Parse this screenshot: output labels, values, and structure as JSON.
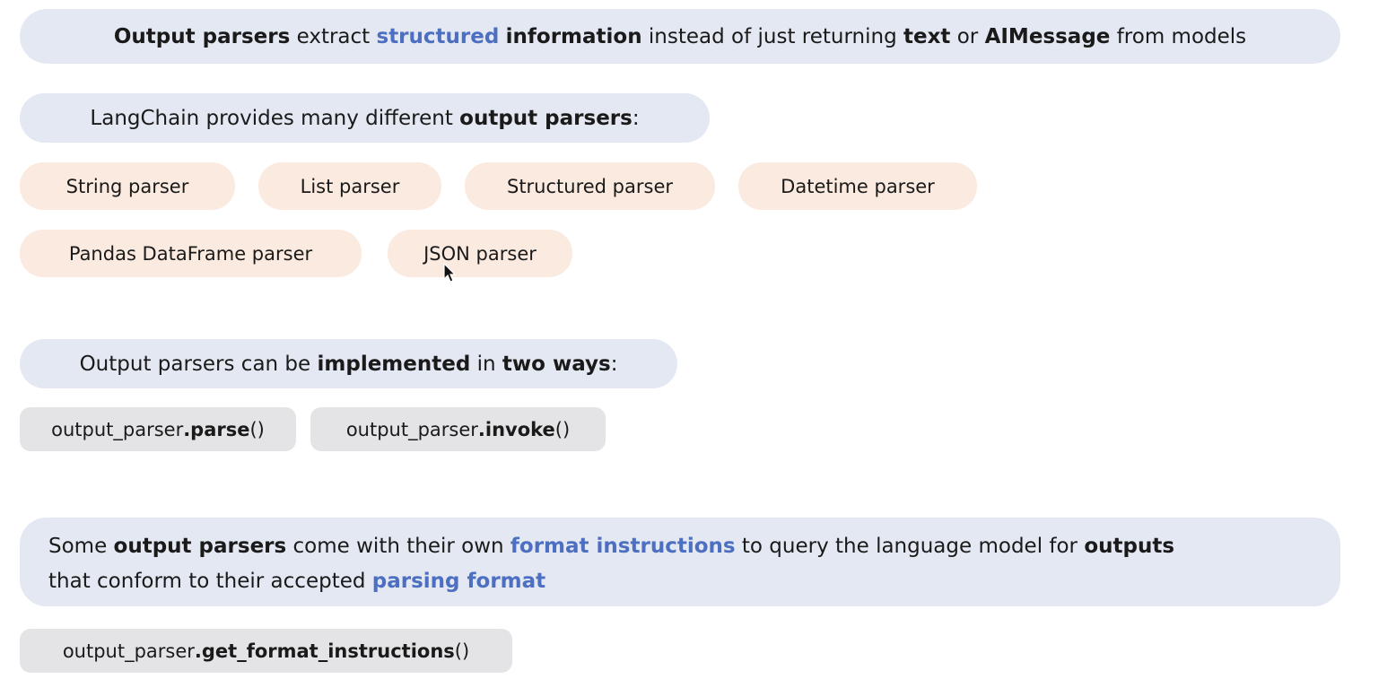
{
  "banner_top": {
    "t1": "Output parsers",
    "t2": " extract ",
    "t3": "structured",
    "t4": " ",
    "t5": "information",
    "t6": " instead of just returning ",
    "t7": "text",
    "t8": " or ",
    "t9": "AIMessage",
    "t10": " from models"
  },
  "langchain_heading": {
    "t1": "LangChain provides many different ",
    "t2": "output parsers",
    "t3": ":"
  },
  "parsers": [
    "String parser",
    "List parser",
    "Structured parser",
    "Datetime parser",
    "Pandas DataFrame parser",
    "JSON parser"
  ],
  "implemented_heading": {
    "t1": "Output parsers can be ",
    "t2": "implemented",
    "t3": " in ",
    "t4": "two ways",
    "t5": ":"
  },
  "methods": {
    "parse": {
      "obj": "output_parser",
      "method": ".parse",
      "parens": "()"
    },
    "invoke": {
      "obj": "output_parser",
      "method": ".invoke",
      "parens": "()"
    },
    "format": {
      "obj": "output_parser",
      "method": ".get_format_instructions",
      "parens": "()"
    }
  },
  "format_note": {
    "t1": "Some ",
    "t2": "output parsers",
    "t3": " come with their own ",
    "t4": "format instructions",
    "t5": " to query the language model for ",
    "t6": "outputs",
    "t7": " that conform to their accepted ",
    "t8": "parsing format"
  },
  "colors": {
    "highlight": "#4c6fc1",
    "blue_pill": "#e3e8f2",
    "peach_pill": "#fbeae0",
    "gray_pill": "#e4e4e6"
  }
}
